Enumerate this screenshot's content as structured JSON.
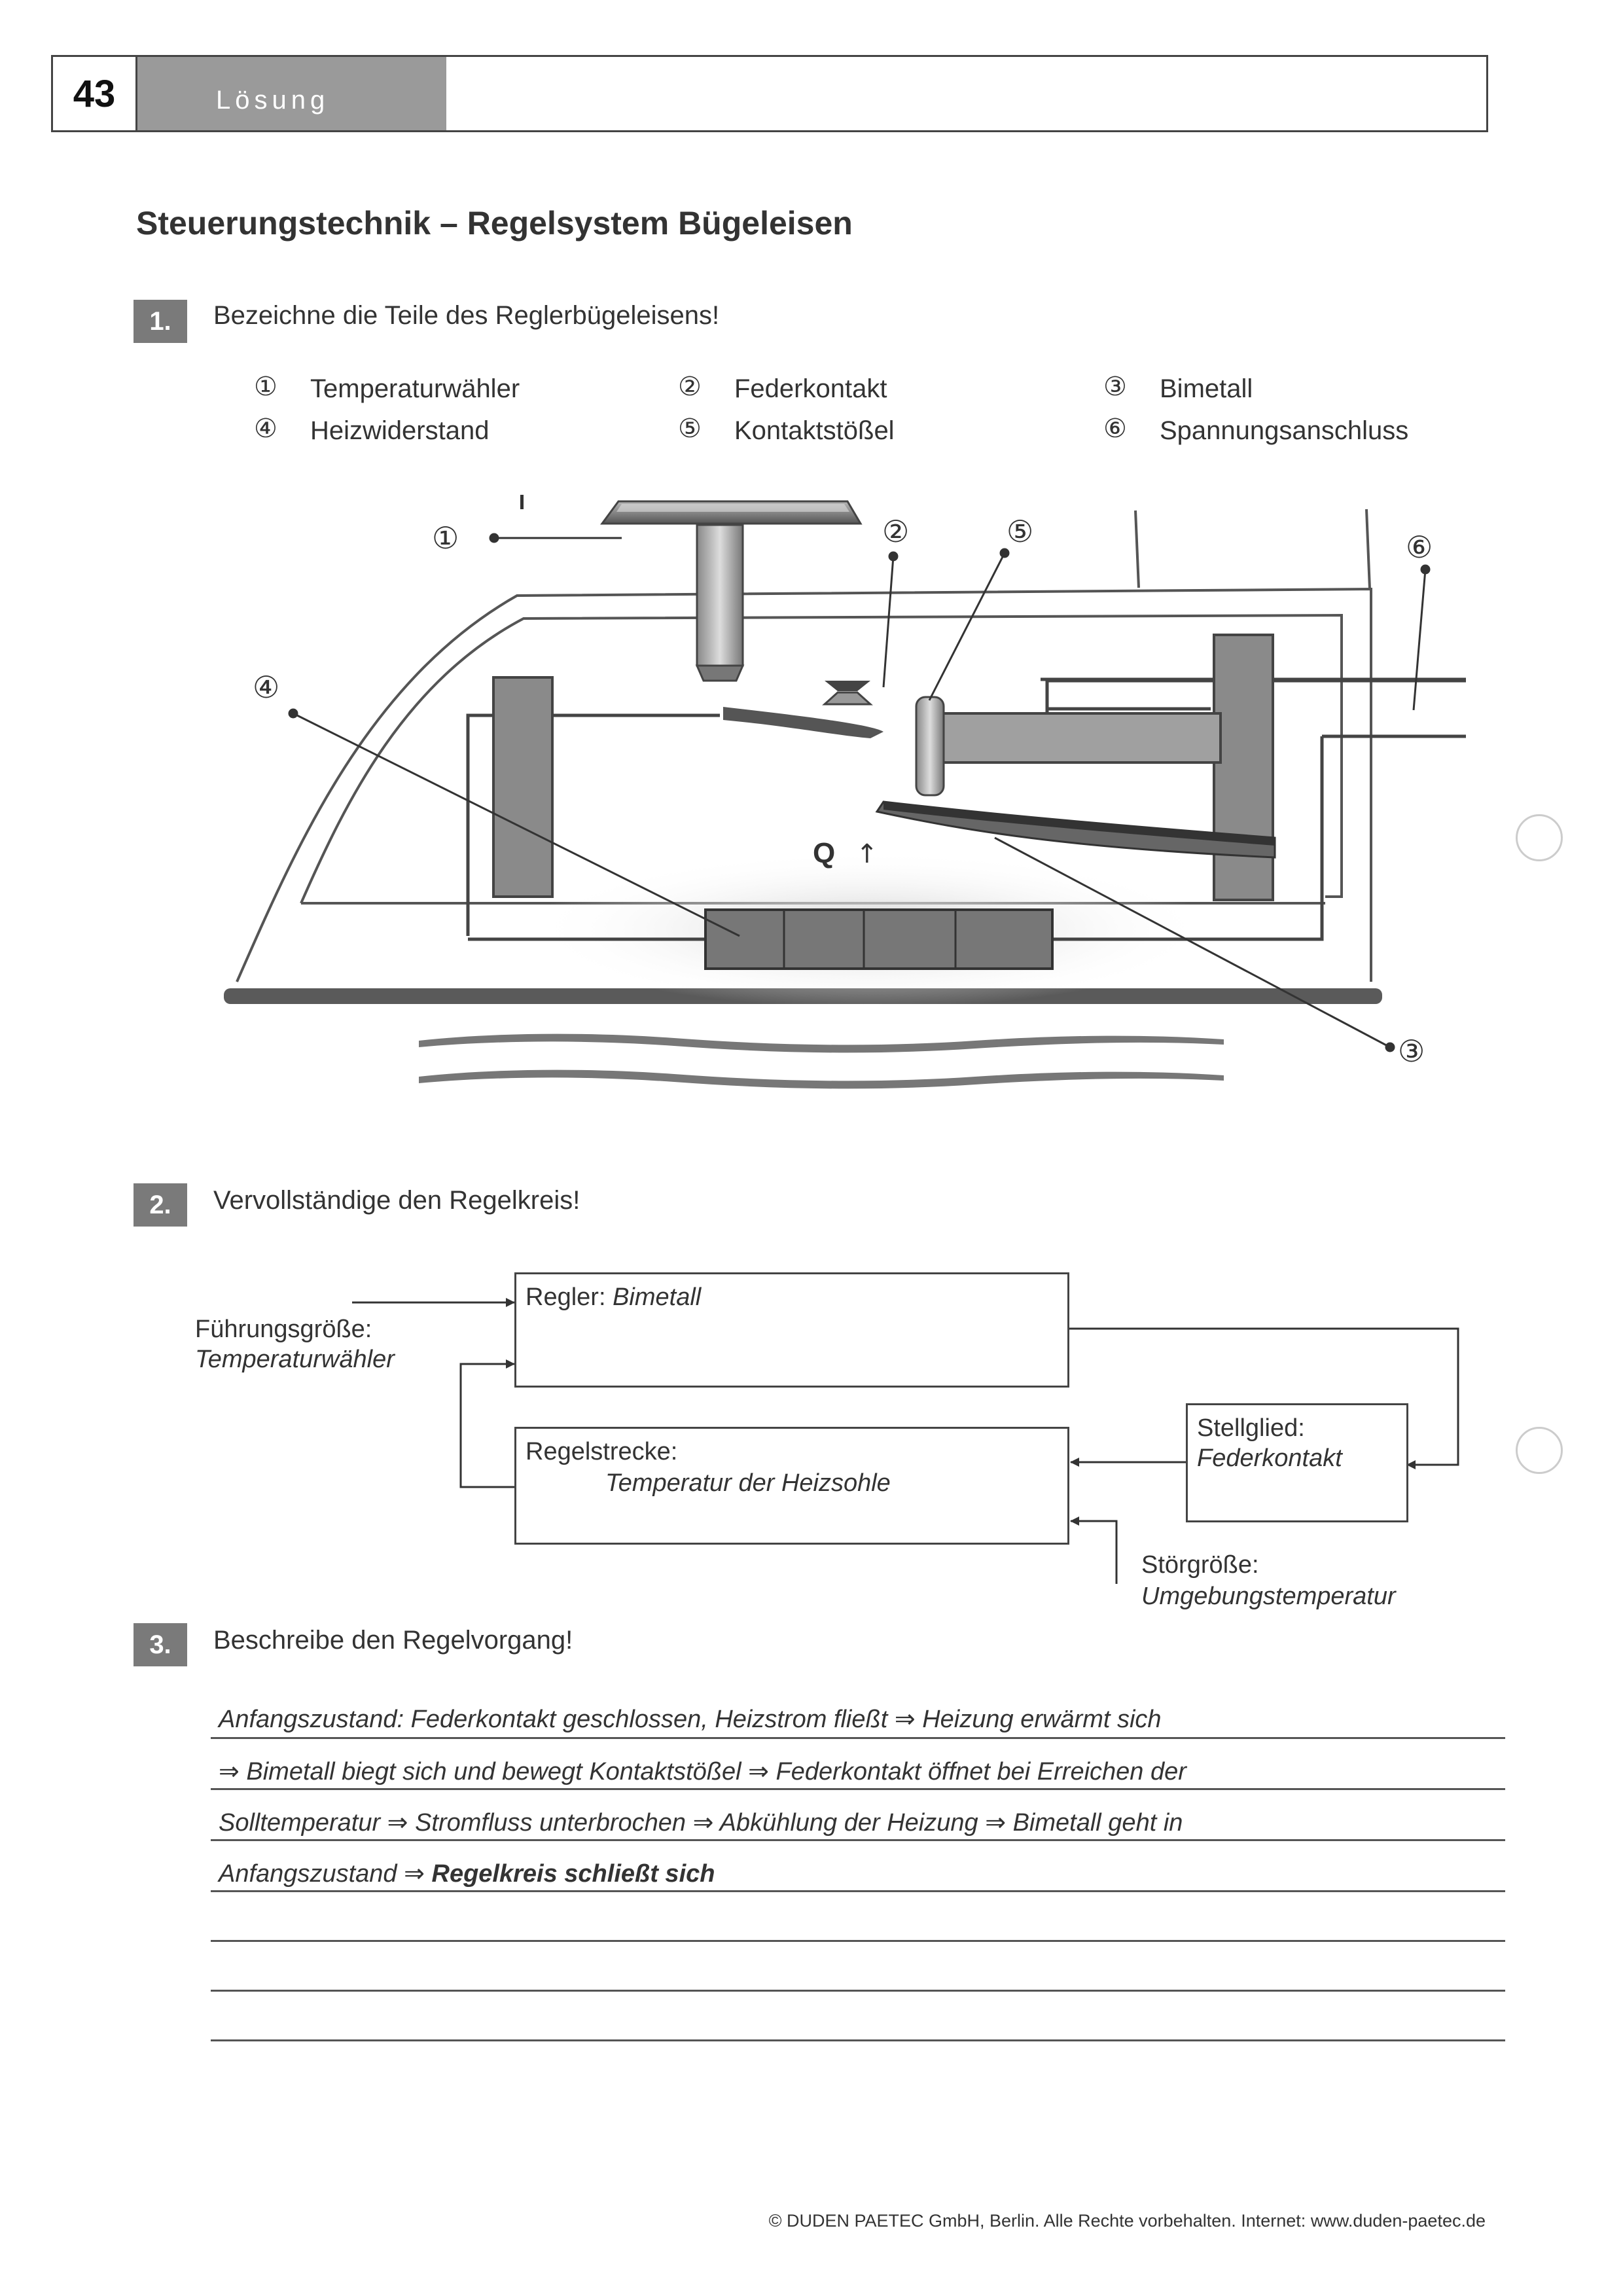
{
  "header": {
    "page_number": "43",
    "label": "Lösung"
  },
  "title": "Steuerungstechnik – Regelsystem Bügeleisen",
  "task1": {
    "number": "1.",
    "instruction": "Bezeichne die Teile des Reglerbügeleisens!",
    "legend": [
      {
        "num": "①",
        "label": "Temperaturwähler"
      },
      {
        "num": "②",
        "label": "Federkontakt"
      },
      {
        "num": "③",
        "label": "Bimetall"
      },
      {
        "num": "④",
        "label": "Heizwiderstand"
      },
      {
        "num": "⑤",
        "label": "Kontaktstößel"
      },
      {
        "num": "⑥",
        "label": "Spannungsanschluss"
      }
    ],
    "diagram": {
      "markers": [
        "①",
        "②",
        "⑤",
        "⑥",
        "④",
        "③"
      ],
      "heat_label": "Q",
      "heat_arrow": "↑"
    }
  },
  "task2": {
    "number": "2.",
    "instruction": "Vervollständige den Regelkreis!",
    "fuehrung_label": "Führungsgröße:",
    "fuehrung_value": "Temperaturwähler",
    "regler_label": "Regler:",
    "regler_value": "Bimetall",
    "strecke_label": "Regelstrecke:",
    "strecke_value": "Temperatur der Heizsohle",
    "stellglied_label": "Stellglied:",
    "stellglied_value": "Federkontakt",
    "stoer_label": "Störgröße:",
    "stoer_value": "Umgebungstemperatur"
  },
  "task3": {
    "number": "3.",
    "instruction": "Beschreibe den Regelvorgang!",
    "lines": [
      "Anfangszustand: Federkontakt geschlossen, Heizstrom fließt ⇒ Heizung erwärmt sich",
      "⇒ Bimetall biegt sich und bewegt Kontaktstößel ⇒ Federkontakt öffnet bei Erreichen der",
      "Solltemperatur ⇒ Stromfluss unterbrochen ⇒ Abkühlung der Heizung ⇒ Bimetall geht in",
      "Anfangszustand ⇒ "
    ],
    "last_line_bold": "Regelkreis schließt sich"
  },
  "copyright": "© DUDEN PAETEC GmbH, Berlin. Alle Rechte vorbehalten. Internet: www.duden-paetec.de"
}
